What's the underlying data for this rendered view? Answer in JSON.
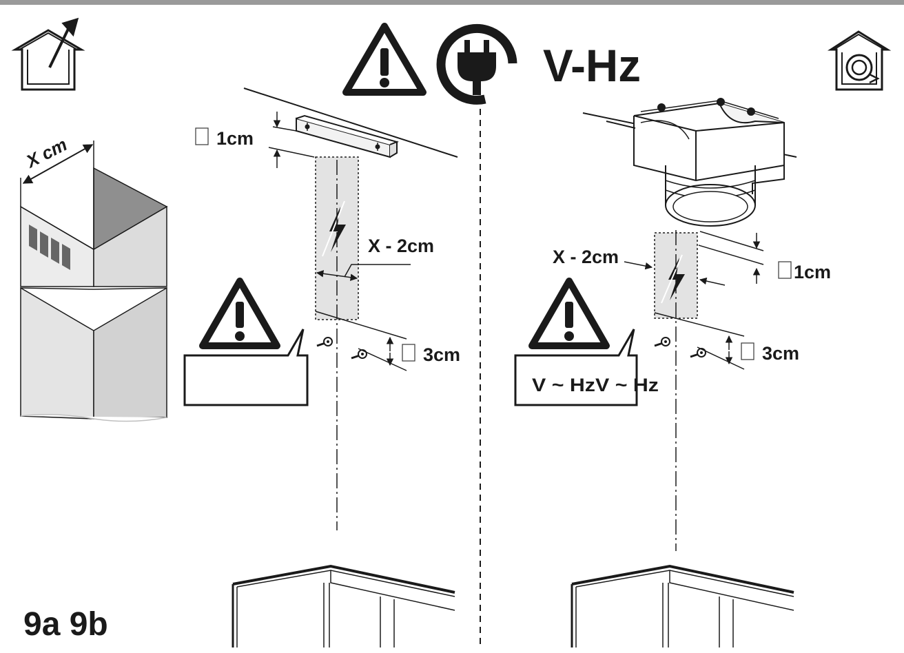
{
  "header": {
    "power_label": "V-Hz",
    "icons": [
      "ducted-exhaust-icon",
      "warning-icon",
      "power-plug-icon",
      "recirculation-icon"
    ]
  },
  "left_panel": {
    "chimney_width_label": "X cm",
    "bracket_gap_label": "1cm",
    "socket_width_label": "X - 2cm",
    "screw_gap_label": "3cm",
    "warning_text": ""
  },
  "right_panel": {
    "socket_width_label": "X - 2cm",
    "gap_label": "1cm",
    "screw_gap_label": "3cm",
    "warning_text": "V ~ HzV ~ Hz"
  },
  "figure_label": "9a 9b",
  "colors": {
    "line": "#1a1a1a",
    "shaded_zone": "#e3e3e3",
    "top_border": "#9a9a9a",
    "chimney_light": "#e8e8e8",
    "chimney_dark": "#8f8f8f"
  }
}
